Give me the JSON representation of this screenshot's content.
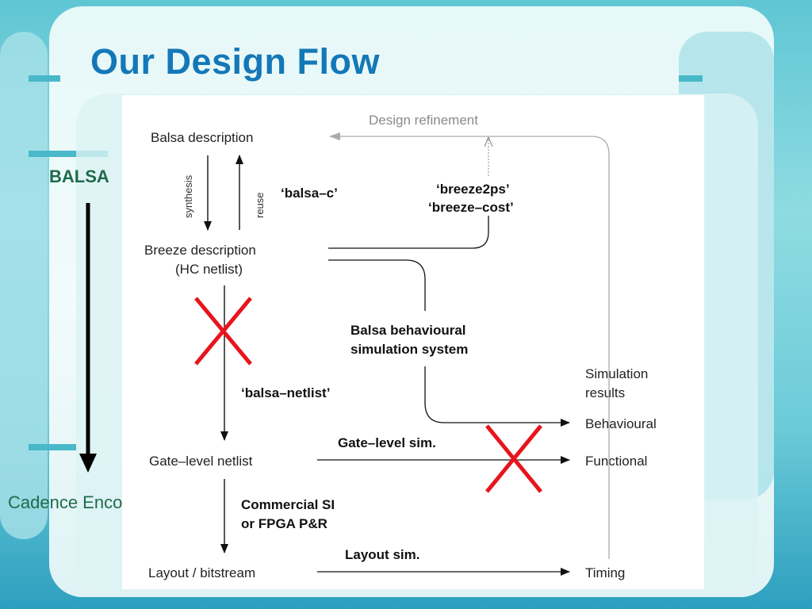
{
  "slide": {
    "title": "Our Design Flow",
    "left_arrow_top_label": "BALSA",
    "left_arrow_bottom_label": "Cadence Encounter"
  },
  "diagram": {
    "nodes": {
      "balsa_description": "Balsa description",
      "breeze_description": "Breeze description",
      "hc_netlist": "(HC netlist)",
      "gate_level_netlist": "Gate–level netlist",
      "layout_bitstream": "Layout / bitstream",
      "simulation_results_line1": "Simulation",
      "simulation_results_line2": "results",
      "behavioural": "Behavioural",
      "functional": "Functional",
      "timing": "Timing"
    },
    "edge_labels": {
      "design_refinement": "Design refinement",
      "synthesis": "synthesis",
      "reuse": "reuse",
      "balsa_c": "‘balsa–c’",
      "breeze2ps": "‘breeze2ps’",
      "breeze_cost": "‘breeze–cost’",
      "behavioural_sim_line1": "Balsa behavioural",
      "behavioural_sim_line2": "simulation system",
      "balsa_netlist": "‘balsa–netlist’",
      "gate_level_sim": "Gate–level sim.",
      "commercial_line1": "Commercial SI",
      "commercial_line2": "or FPGA P&R",
      "layout_sim": "Layout sim."
    },
    "colors": {
      "cross": "#e8141c",
      "arrow": "#111111",
      "refinement": "#999999"
    }
  }
}
